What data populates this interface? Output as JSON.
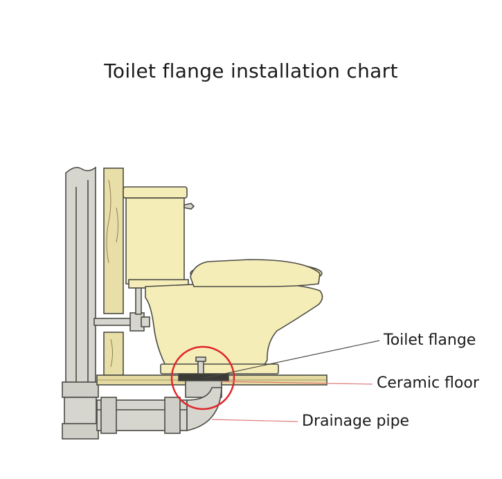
{
  "title": "Toilet flange installation chart",
  "labels": {
    "toilet_flange": "Toilet flange",
    "ceramic_floor": "Ceramic floor",
    "drainage_pipe": "Drainage pipe"
  },
  "colors": {
    "toilet_fill": "#f5edb8",
    "pipe_fill": "#d6d6cf",
    "wood_fill": "#e8dfa8",
    "floor_fill": "#e4d9a0",
    "highlight_circle": "#e0262a",
    "leader_lines": "#e07a7a"
  }
}
